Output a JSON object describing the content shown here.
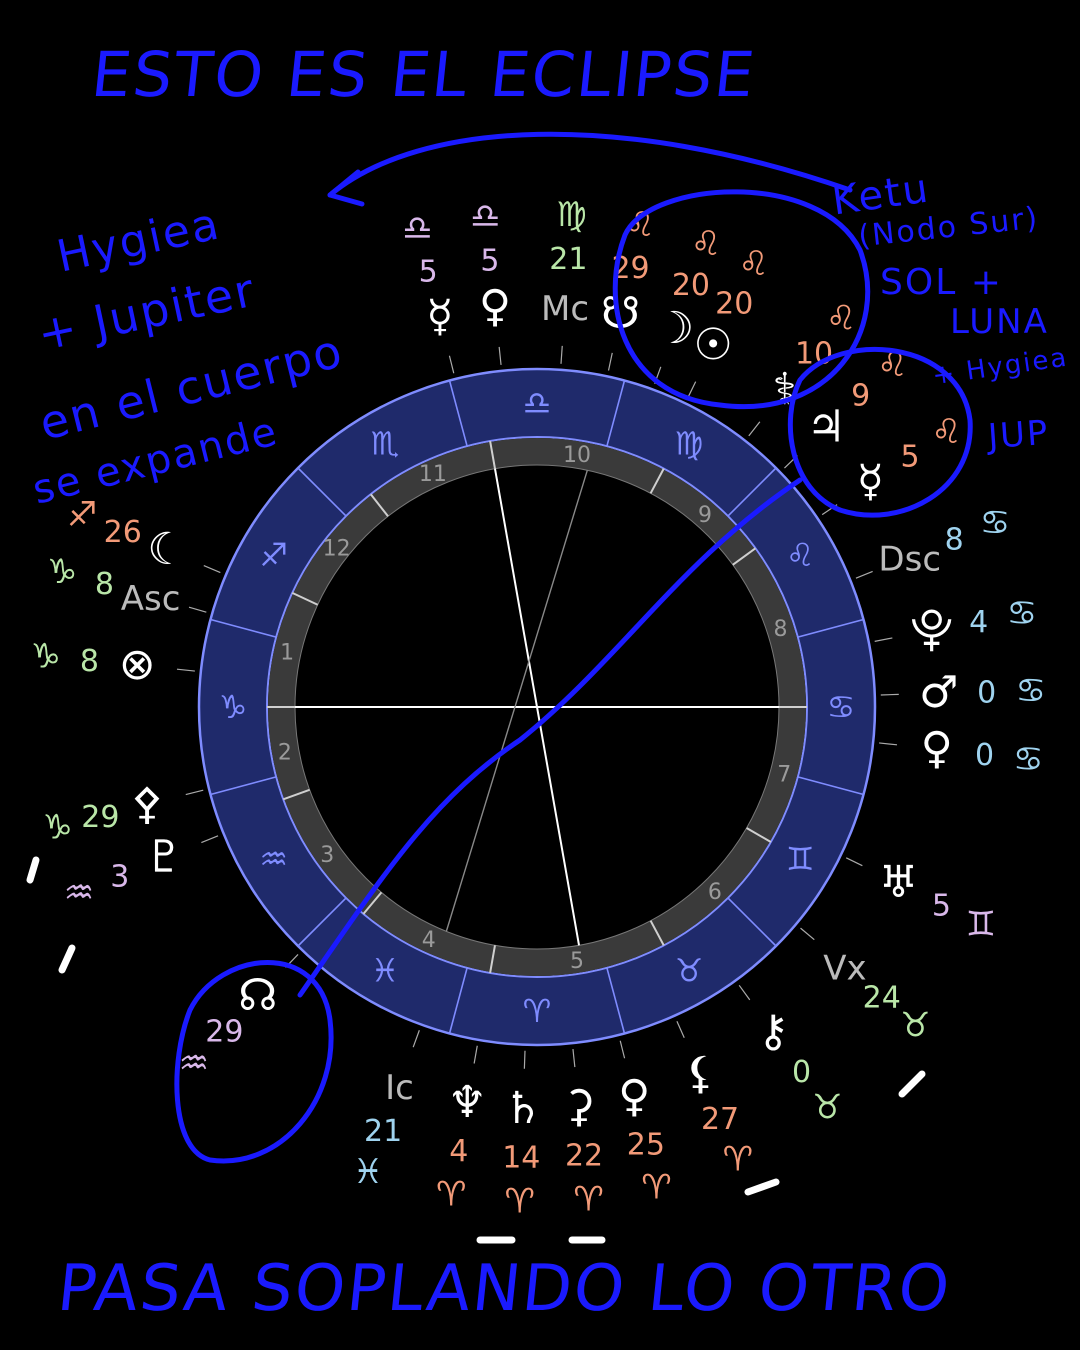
{
  "colors": {
    "background": "#000000",
    "zodiac_ring": "#1f2a6b",
    "zodiac_ring_border": "#7f8cff",
    "house_ring": "#3a3a3a",
    "annotation_ink": "#1a1aff",
    "fire": "#f29a78",
    "earth": "#b9e6a8",
    "air": "#d9b8ea",
    "water": "#9fd3ef",
    "white": "#ffffff"
  },
  "annotations": {
    "top": "ESTO ES EL ECLIPSE",
    "left_1": "Hygiea",
    "left_2": "+ Jupiter",
    "left_3": "en el cuerpo",
    "left_4": "se expande",
    "right_1": "Ketu",
    "right_2": "(Nodo Sur)",
    "right_3": "SOL +",
    "right_4": "LUNA",
    "right_5": "+ Hygiea",
    "right_6": "JUP",
    "bottom": "PASA SOPLANDO LO OTRO"
  },
  "zodiac_signs": [
    {
      "name": "libra",
      "glyph": "♎"
    },
    {
      "name": "virgo",
      "glyph": "♍"
    },
    {
      "name": "leo",
      "glyph": "♌"
    },
    {
      "name": "cancer",
      "glyph": "♋"
    },
    {
      "name": "gemini",
      "glyph": "♊"
    },
    {
      "name": "taurus",
      "glyph": "♉"
    },
    {
      "name": "aries",
      "glyph": "♈"
    },
    {
      "name": "pisces",
      "glyph": "♓"
    },
    {
      "name": "aquarius",
      "glyph": "♒"
    },
    {
      "name": "capricorn",
      "glyph": "♑"
    },
    {
      "name": "sagittarius",
      "glyph": "♐"
    },
    {
      "name": "scorpio",
      "glyph": "♏"
    }
  ],
  "houses": [
    "10",
    "9",
    "8",
    "7",
    "6",
    "5",
    "4",
    "3",
    "2",
    "1",
    "12",
    "11"
  ],
  "placements": [
    {
      "name": "mercury-libra",
      "glyph": "☿",
      "sign": "♎",
      "degree": "5",
      "color": "air"
    },
    {
      "name": "venus-libra",
      "glyph": "♀",
      "sign": "♎",
      "degree": "5",
      "color": "air"
    },
    {
      "name": "mc-virgo",
      "glyph": "Mc",
      "sign": "♍",
      "degree": "21",
      "color": "earth"
    },
    {
      "name": "south-node-leo",
      "glyph": "☋",
      "sign": "♌",
      "degree": "29",
      "color": "fire"
    },
    {
      "name": "moon-leo",
      "glyph": "☽",
      "sign": "♌",
      "degree": "20",
      "color": "fire"
    },
    {
      "name": "sun-leo",
      "glyph": "☉",
      "sign": "♌",
      "degree": "20",
      "color": "fire"
    },
    {
      "name": "hygiea-leo",
      "glyph": "⚕",
      "sign": "♌",
      "degree": "10",
      "color": "fire"
    },
    {
      "name": "jupiter-leo",
      "glyph": "♃",
      "sign": "♌",
      "degree": "9",
      "color": "fire"
    },
    {
      "name": "mercury-leo",
      "glyph": "☿",
      "sign": "♌",
      "degree": "5",
      "color": "fire"
    },
    {
      "name": "dsc-cancer",
      "glyph": "Dsc",
      "sign": "♋",
      "degree": "8",
      "color": "water"
    },
    {
      "name": "point-cancer",
      "glyph": "⯓",
      "sign": "♋",
      "degree": "4",
      "color": "water"
    },
    {
      "name": "mars-cancer",
      "glyph": "♂",
      "sign": "♋",
      "degree": "0",
      "color": "water"
    },
    {
      "name": "venus-cancer",
      "glyph": "♀",
      "sign": "♋",
      "degree": "0",
      "color": "water"
    },
    {
      "name": "uranus-gemini",
      "glyph": "♅",
      "sign": "♊",
      "degree": "5",
      "color": "air"
    },
    {
      "name": "vertex-taurus",
      "glyph": "Vx",
      "sign": "♉",
      "degree": "24",
      "color": "earth"
    },
    {
      "name": "chiron-taurus",
      "glyph": "⚷",
      "sign": "♉",
      "degree": "0",
      "color": "earth"
    },
    {
      "name": "lilith-aries",
      "glyph": "⚸",
      "sign": "♈",
      "degree": "27",
      "color": "fire"
    },
    {
      "name": "venus-aries",
      "glyph": "♀",
      "sign": "♈",
      "degree": "25",
      "color": "fire"
    },
    {
      "name": "ceres-aries",
      "glyph": "⚳",
      "sign": "♈",
      "degree": "22",
      "color": "fire"
    },
    {
      "name": "saturn-aries",
      "glyph": "♄",
      "sign": "♈",
      "degree": "14",
      "color": "fire"
    },
    {
      "name": "neptune-aries",
      "glyph": "♆",
      "sign": "♈",
      "degree": "4",
      "color": "fire"
    },
    {
      "name": "ic-pisces",
      "glyph": "Ic",
      "sign": "♓",
      "degree": "21",
      "color": "water"
    },
    {
      "name": "north-node-aquarius",
      "glyph": "☊",
      "sign": "♒",
      "degree": "29",
      "color": "air"
    },
    {
      "name": "pluto-aquarius",
      "glyph": "♇",
      "sign": "♒",
      "degree": "3",
      "color": "air"
    },
    {
      "name": "pallas-capricorn",
      "glyph": "⚴",
      "sign": "♑",
      "degree": "29",
      "color": "earth"
    },
    {
      "name": "fortune-capricorn",
      "glyph": "⊗",
      "sign": "♑",
      "degree": "8",
      "color": "earth"
    },
    {
      "name": "asc-capricorn",
      "glyph": "Asc",
      "sign": "♑",
      "degree": "8",
      "color": "earth"
    },
    {
      "name": "moon-sagittarius",
      "glyph": "☾",
      "sign": "♐",
      "degree": "26",
      "color": "fire"
    }
  ]
}
